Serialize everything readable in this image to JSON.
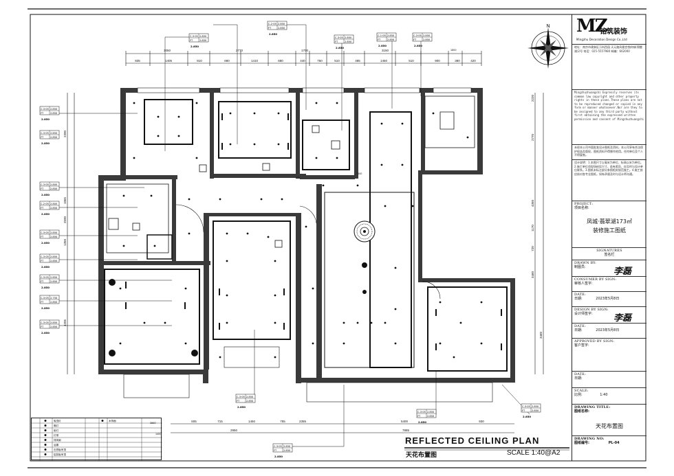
{
  "titleblock": {
    "logo_mark": "MZ",
    "logo_cn": "铭筑装饰",
    "logo_en": "Mingzhu Decoration Design Co.,Ltd",
    "company_address": "地址：南京市建邺区万科西园 天元路凤凰宫悦府城(锦鲤湖)2号 电话：025-5557980 邮编：662000",
    "copyright_en": "Mingzhuzhuangshi Expressly reserves its common law copyright and other property rights in these plans.These plans are not to be reproduced changed or copied in any form or manner whatsoever.Nor are they to be assigned to any third party without first obtaining the expressed written permission and consent of Mingzhuzhuangshi",
    "copyright_cn": "未经本公司书面批准设计图纸及资料，本公司享有合法保护权益及版权，图纸资料不得挪作他用。任何单位及个人不得复制。",
    "notes_cn": "设计说明：1.本图尺寸以毫米为单位，标高以米为单位。2.施工单位须现场核实尺寸，若有差异，应及时与设计单位联系。3.图纸未标注部分参照相关规范施工。4.施工前应核对各专业图纸，如有矛盾及时与设计师沟通。",
    "project_label": "PROJECT:",
    "project_label_cn": "项目名称:",
    "project_name": "凤城·翡翠湖173㎡",
    "project_name_2": "装修施工图纸",
    "signatures_label": "SIGNATURES",
    "signatures_cn": "签名栏",
    "drawn_by_label": "DRAWN BY:",
    "drawn_by_cn": "制图员:",
    "consumer_label": "CONSUMER BY SIGN:",
    "consumer_cn": "审核人签字:",
    "date1_label": "DATE:",
    "date1_cn": "日期:",
    "date1_value": "2023年5月8日",
    "design_label": "DESIGN BY SIGN:",
    "design_cn": "设计师签字:",
    "date2_label": "DATE:",
    "date2_cn": "日期:",
    "date2_value": "2023年5月8日",
    "approved_label": "APPROVED BY SIGN:",
    "approved_cn": "客户签字:",
    "date3_label": "DATE:",
    "date3_cn": "日期:",
    "scale_label": "SCALE:",
    "scale_cn": "比例:",
    "scale_value": "1:40",
    "drawing_title_label": "DRAWING TITLE:",
    "drawing_title_cn": "图纸名称:",
    "drawing_title_value": "天花布置图",
    "drawing_no_label": "DRAWING NO:",
    "drawing_no_cn": "图纸编号:",
    "drawing_no_value": "PL-04",
    "signature_mark": "李磊"
  },
  "sheet": {
    "title_en": "REFLECTED CEILING PLAN",
    "title_cn": "天花布置图",
    "scale": "SCALE 1:40@A2",
    "north": "N"
  },
  "dimensions": {
    "top_row1": [
      "3050",
      "2770",
      "1700",
      "3150"
    ],
    "top_row2": [
      "835",
      "1405",
      "810",
      "680",
      "1410",
      "680",
      "440",
      "750",
      "510",
      "485",
      "1450",
      "510",
      "900",
      "380",
      "420"
    ],
    "bottom_row1": [
      "605",
      "715",
      "1450",
      "755",
      "2355",
      "5400",
      "930"
    ],
    "bottom_row2": [
      "2950",
      "7885"
    ],
    "left_col": [
      "2390",
      "1065",
      "2590",
      "1350",
      "4205"
    ],
    "right_col": [
      "2220",
      "2770",
      "4350",
      "1170",
      "720",
      "3460"
    ],
    "right_col_outer": [
      "3460"
    ],
    "small_marks": [
      "1800",
      "600",
      "720",
      "3860",
      "1400"
    ]
  },
  "tags": {
    "code_a": "C-2·05",
    "code_b": "C-3·05",
    "code_c": "C-1·05",
    "level": "2.850",
    "level2": "2.800",
    "level3": "2.750",
    "ft": "FT"
  },
  "legend": {
    "rows": [
      "吸顶灯",
      "筒灯",
      "射灯",
      "灯带",
      "排风扇",
      "浴霸",
      "石膏板吊顶",
      "铝扣板吊顶",
      "木饰面"
    ]
  },
  "colors": {
    "ink": "#111111",
    "wall": "#3a3a3a",
    "light": "#777777"
  }
}
